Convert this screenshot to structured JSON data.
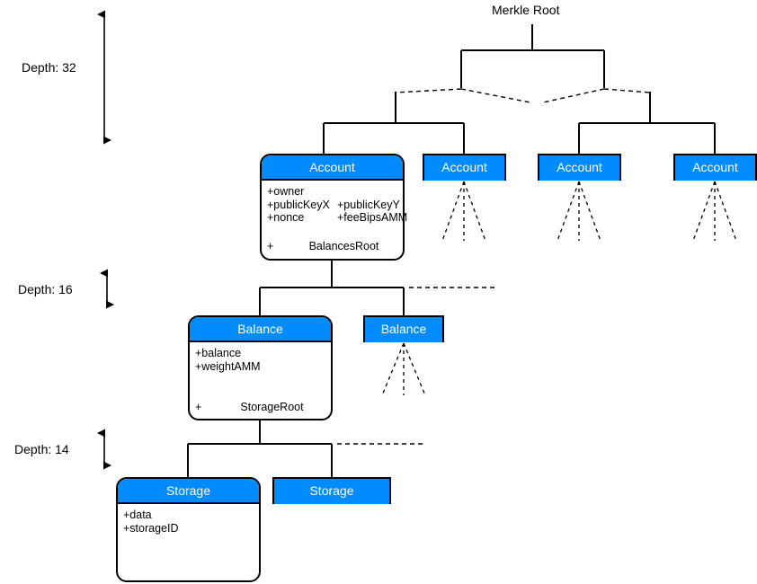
{
  "diagram": {
    "title": "Merkle Root",
    "accent_color": "#008cff",
    "line_color": "#000000",
    "background": "#ffffff"
  },
  "depth_markers": [
    {
      "label": "Depth: 32",
      "value": 32
    },
    {
      "label": "Depth: 16",
      "value": 16
    },
    {
      "label": "Depth: 14",
      "value": 14
    }
  ],
  "nodes": {
    "account_main": {
      "title": "Account",
      "attributes": [
        "+owner",
        "",
        "+publicKeyX",
        "+publicKeyY",
        "+nonce",
        "+feeBipsAMM"
      ],
      "subtree_marker": "+",
      "subtree_name": "BalancesRoot"
    },
    "account_leaf_1": {
      "title": "Account"
    },
    "account_leaf_2": {
      "title": "Account"
    },
    "account_leaf_3": {
      "title": "Account"
    },
    "balance_main": {
      "title": "Balance",
      "attributes": [
        "+balance",
        "",
        "+weightAMM",
        ""
      ],
      "subtree_marker": "+",
      "subtree_name": "StorageRoot"
    },
    "balance_leaf_1": {
      "title": "Balance"
    },
    "storage_main": {
      "title": "Storage",
      "attributes": [
        "+data",
        "",
        "+storageID",
        ""
      ]
    },
    "storage_leaf_1": {
      "title": "Storage"
    }
  }
}
